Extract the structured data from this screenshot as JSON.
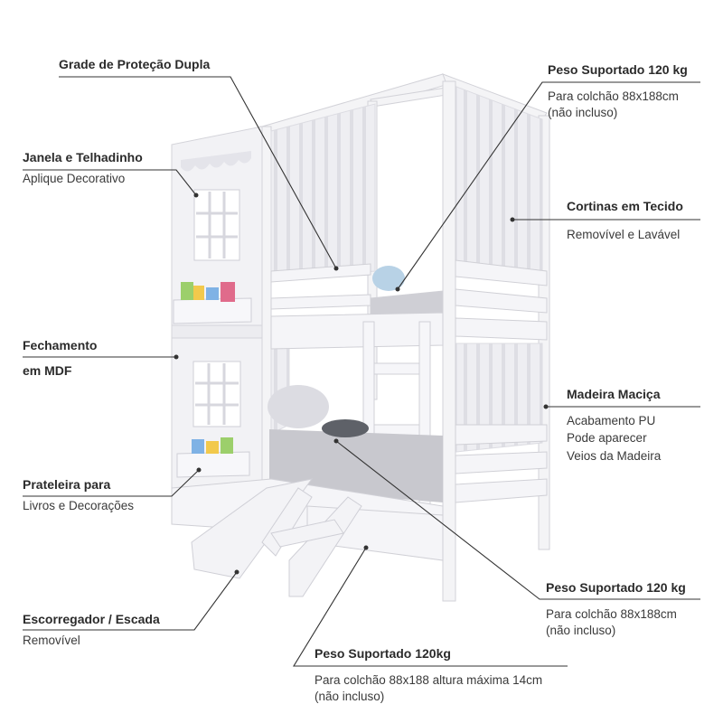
{
  "labels": {
    "grade": {
      "title": "Grade de Proteção Dupla"
    },
    "janela": {
      "title": "Janela e Telhadinho",
      "sub": "Aplique Decorativo"
    },
    "fechamento": {
      "title1": "Fechamento",
      "title2": "em MDF"
    },
    "prateleira": {
      "title": "Prateleira para",
      "sub": "Livros e Decorações"
    },
    "escorregador": {
      "title": "Escorregador / Escada",
      "sub": "Removível"
    },
    "peso_top": {
      "title": "Peso Suportado 120 kg",
      "sub1": "Para colchão 88x188cm",
      "sub2": "(não incluso)"
    },
    "cortinas": {
      "title": "Cortinas em Tecido",
      "sub": "Removível e Lavável"
    },
    "madeira": {
      "title": "Madeira Maciça",
      "sub1": "Acabamento PU",
      "sub2": "Pode aparecer",
      "sub3": "Veios da Madeira"
    },
    "peso_mid": {
      "title": "Peso Suportado 120 kg",
      "sub1": "Para colchão 88x188cm",
      "sub2": "(não incluso)"
    },
    "peso_bottom": {
      "title": "Peso Suportado 120kg",
      "sub1": "Para colchão 88x188 altura máxima 14cm",
      "sub2": "(não incluso)"
    }
  },
  "colors": {
    "frame": "#f4f4f6",
    "frame_edge": "#d6d6dc",
    "curtain": "#e9e9ee",
    "mattress": "#c9c9cf",
    "text": "#333333"
  }
}
